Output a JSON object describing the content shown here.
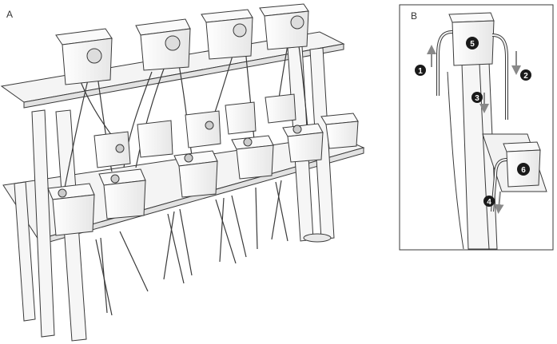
{
  "panels": {
    "a": {
      "label": "A"
    },
    "b": {
      "label": "B"
    }
  },
  "badges": {
    "b1": "1",
    "b2": "2",
    "b3": "3",
    "b4": "4",
    "b5": "5",
    "b6": "6"
  },
  "colors": {
    "line": "#3a3a3a",
    "surface": "#f2f2f2",
    "shade": "#d8d8d8",
    "badge": "#1a1a1a",
    "arrow": "#8a8a8a"
  }
}
